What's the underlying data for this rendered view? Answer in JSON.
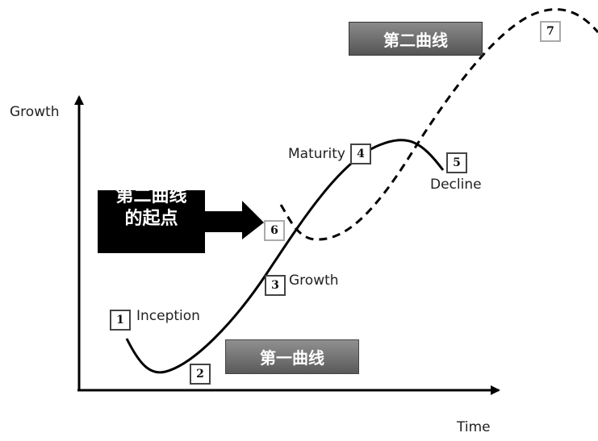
{
  "axes": {
    "y_label": "Growth",
    "x_label": "Time"
  },
  "banners": {
    "first_curve": "第一曲线",
    "second_curve": "第二曲线"
  },
  "start_callout": {
    "text": "第二曲线\n的起点"
  },
  "stages": [
    {
      "num": "1",
      "label": "Inception"
    },
    {
      "num": "2",
      "label": ""
    },
    {
      "num": "3",
      "label": "Growth"
    },
    {
      "num": "4",
      "label": "Maturity"
    },
    {
      "num": "5",
      "label": "Decline"
    },
    {
      "num": "6",
      "label": ""
    },
    {
      "num": "7",
      "label": ""
    }
  ],
  "colors": {
    "curve": "#000000",
    "axis": "#000000",
    "arrow": "#000000",
    "banner": "#6e6e6e"
  }
}
